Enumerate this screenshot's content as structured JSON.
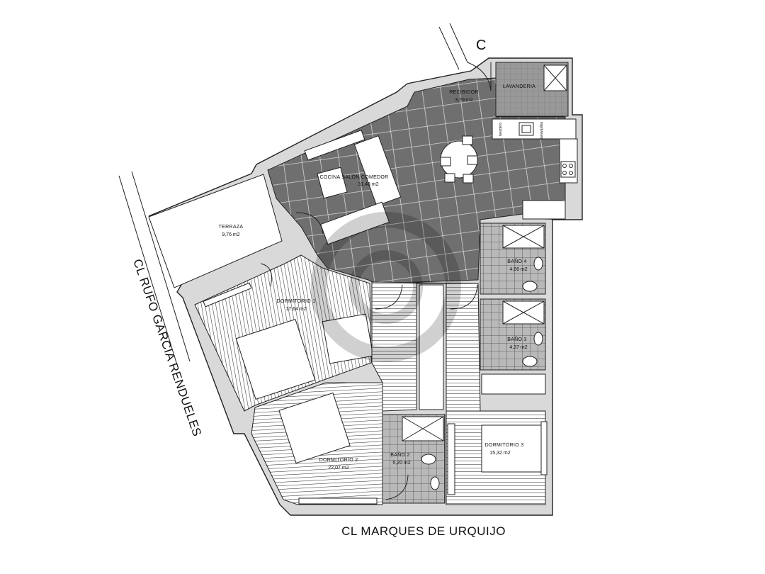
{
  "streets": {
    "left": "CL RUFO GARCIA RENDUELES",
    "bottom": "CL MARQUES DE URQUIJO"
  },
  "north_marker": "C",
  "rooms": [
    {
      "id": "recibidor",
      "name": "RECIBIDOR",
      "area": "3,79 m2"
    },
    {
      "id": "lavanderia",
      "name": "LAVANDERIA",
      "area": ""
    },
    {
      "id": "cocina",
      "name": "COCINA  SALON  COMEDOR",
      "area": "31,48 m2"
    },
    {
      "id": "terraza",
      "name": "TERRAZA",
      "area": "9,76 m2"
    },
    {
      "id": "dormitorio1",
      "name": "DORMITORIO 1",
      "area": "17,64 m2"
    },
    {
      "id": "bano4",
      "name": "BAÑO 4",
      "area": "4,66 m2"
    },
    {
      "id": "bano3",
      "name": "BAÑO 3",
      "area": "4,37 m2"
    },
    {
      "id": "dormitorio2",
      "name": "DORMITORIO 2",
      "area": "22,07 m2"
    },
    {
      "id": "bano2",
      "name": "BAÑO 2",
      "area": "5,20 m2"
    },
    {
      "id": "dormitorio3",
      "name": "DORMITORIO 3",
      "area": "15,32 m2"
    }
  ],
  "appliances": {
    "lavadero": "lavadero",
    "lavavajillas": "lavavajillas"
  },
  "colors": {
    "tile": "#6f6f6f",
    "tile_grid": "#2a2a2a",
    "wall": "#d9d9d9",
    "line": "#222222"
  }
}
